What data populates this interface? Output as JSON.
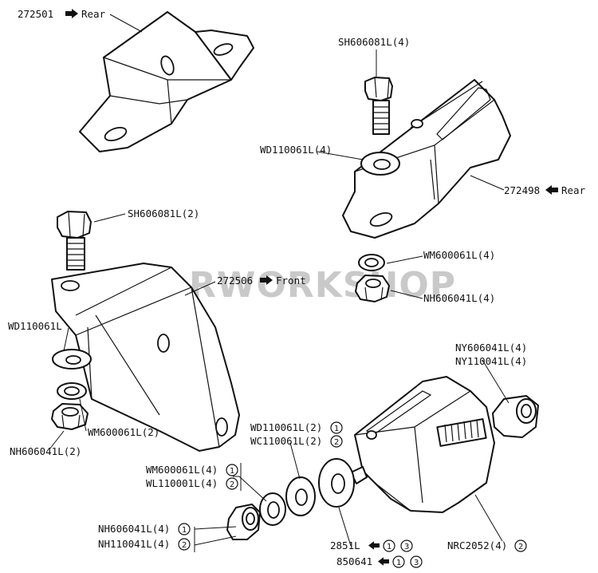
{
  "watermark": "LRWORKSHOP",
  "labels": {
    "l272501": "272501",
    "l272501_dir": "Rear",
    "sh_top": "SH606081L(4)",
    "wd_top": "WD110061L(4)",
    "l272498": "272498",
    "l272498_dir": "Rear",
    "wm_top": "WM600061L(4)",
    "nh_top": "NH606041L(4)",
    "sh_left": "SH606081L(2)",
    "l272506": "272506",
    "l272506_dir": "Front",
    "wd_left": "WD110061L",
    "wm_left": "WM600061L(2)",
    "nh_left": "NH606041L(2)",
    "ny1": "NY606041L(4)",
    "ny2": "NY110041L(4)",
    "wd_bottom": "WD110061L(2)",
    "wc_bottom": "WC110061L(2)",
    "wm_bottom": "WM600061L(4)",
    "wl_bottom": "WL110001L(4)",
    "nh_bottom1": "NH606041L(4)",
    "nh_bottom2": "NH110041L(4)",
    "p2851": "2851L",
    "p850641": "850641",
    "nrc": "NRC2052(4)"
  },
  "callouts": {
    "c1": "1",
    "c2": "2",
    "c3": "3"
  }
}
